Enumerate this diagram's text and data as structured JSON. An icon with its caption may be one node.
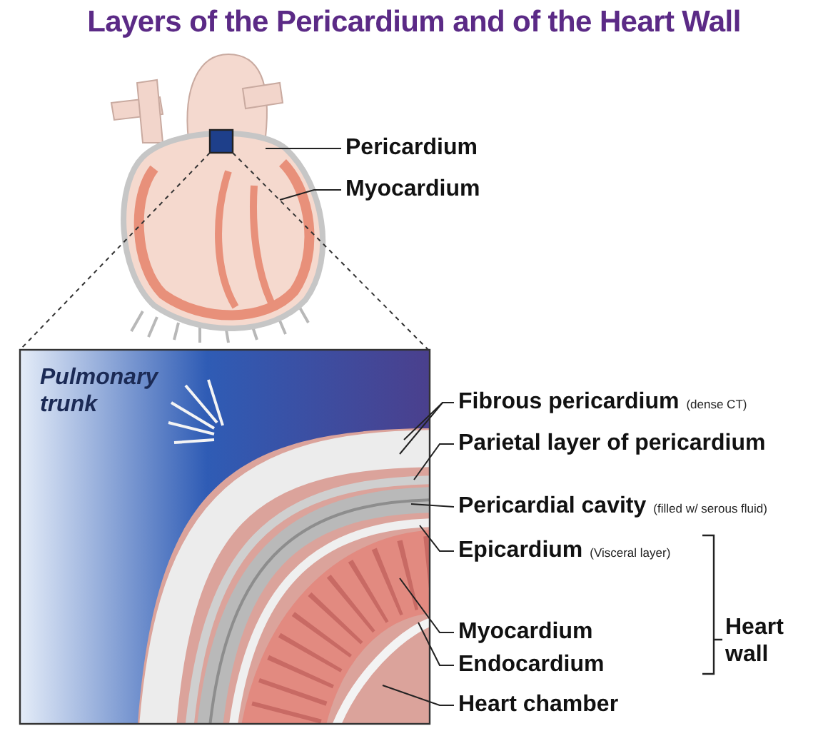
{
  "diagram": {
    "title": "Layers of the Pericardium and of the Heart Wall",
    "nodes": [
      {
        "text": [
          "Pericardium"
        ]
      },
      {
        "text": [
          "Myocardium"
        ]
      },
      {
        "text": [
          "Fibrous pericardium",
          "(dense CT)"
        ]
      },
      {
        "text": [
          "Parietal layer of pericardium"
        ]
      },
      {
        "text": [
          "Pericardial cavity",
          "(filled w/ serous fluid)"
        ]
      },
      {
        "text": [
          "Epicardium",
          "(Visceral layer)"
        ]
      },
      {
        "text": [
          "Myocardium"
        ]
      },
      {
        "text": [
          "Endocardium"
        ]
      },
      {
        "text": [
          "Heart chamber"
        ]
      }
    ],
    "edges": [
      {
        "from": 0,
        "to": null,
        "arrow": "none"
      },
      {
        "from": 1,
        "to": null,
        "arrow": "none"
      },
      {
        "from": 2,
        "to": null,
        "arrow": "none"
      },
      {
        "from": 2,
        "to": null,
        "arrow": "none"
      },
      {
        "from": 3,
        "to": null,
        "arrow": "none"
      },
      {
        "from": 4,
        "to": null,
        "arrow": "none"
      },
      {
        "from": 5,
        "to": null,
        "arrow": "none"
      },
      {
        "from": 6,
        "to": null,
        "arrow": "none"
      },
      {
        "from": 7,
        "to": null,
        "arrow": "none"
      },
      {
        "from": 8,
        "to": null,
        "arrow": "none"
      }
    ],
    "labels": [
      "Pulmonary trunk",
      "Heart wall"
    ]
  }
}
